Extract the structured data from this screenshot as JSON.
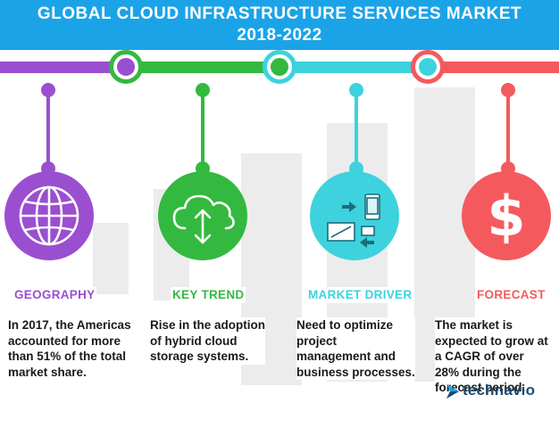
{
  "header": {
    "title_line1": "GLOBAL CLOUD INFRASTRUCTURE SERVICES MARKET",
    "title_line2": "2018-2022"
  },
  "colors": {
    "header_bg": "#1ba3e8",
    "geography": "#9a4fd0",
    "key_trend": "#33b93f",
    "market_driver": "#3dd2de",
    "forecast": "#f45a5d",
    "background_bars": "#ececec"
  },
  "sections": [
    {
      "label": "GEOGRAPHY",
      "icon": "globe-icon",
      "desc_lines": [
        "In 2017, the Americas",
        "accounted for more",
        "than 51% of the total",
        "market share."
      ]
    },
    {
      "label": "KEY TREND",
      "icon": "cloud-sync-icon",
      "desc_lines": [
        "Rise in the adoption",
        "of hybrid cloud",
        "storage systems."
      ]
    },
    {
      "label": "MARKET DRIVER",
      "icon": "devices-transfer-icon",
      "desc_lines": [
        "Need to optimize",
        "project",
        "management and",
        "business processes."
      ]
    },
    {
      "label": "FORECAST",
      "icon": "dollar-icon",
      "desc_lines": [
        "The market is",
        "expected to grow at",
        "a CAGR of over",
        "28% during the",
        "forecast period."
      ]
    }
  ],
  "brand": {
    "name": "technavio",
    "icon": "technavio-logo-icon"
  }
}
